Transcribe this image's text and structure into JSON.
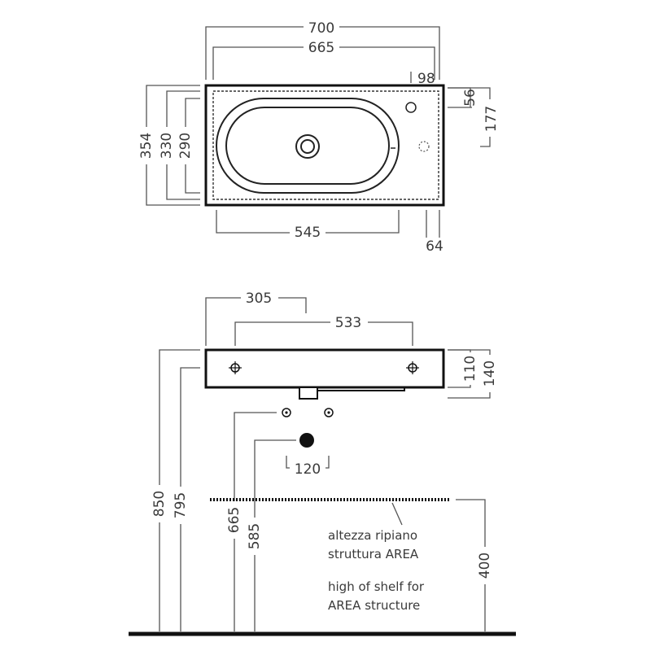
{
  "top_view": {
    "dims": {
      "overall_width": "700",
      "inner_width": "665",
      "tap_offset": "98",
      "right_56": "56",
      "right_177": "177",
      "depth_354": "354",
      "depth_330": "330",
      "depth_290": "290",
      "basin_width": "545",
      "right_64": "64"
    }
  },
  "front_view": {
    "dims": {
      "d305": "305",
      "d533": "533",
      "d110": "110",
      "d140": "140",
      "d120": "120",
      "d850": "850",
      "d795": "795",
      "d665": "665",
      "d585": "585",
      "d400": "400"
    },
    "notes": {
      "it_line1": "altezza ripiano",
      "it_line2": "struttura AREA",
      "en_line1": "high of shelf for",
      "en_line2": "AREA structure"
    }
  }
}
